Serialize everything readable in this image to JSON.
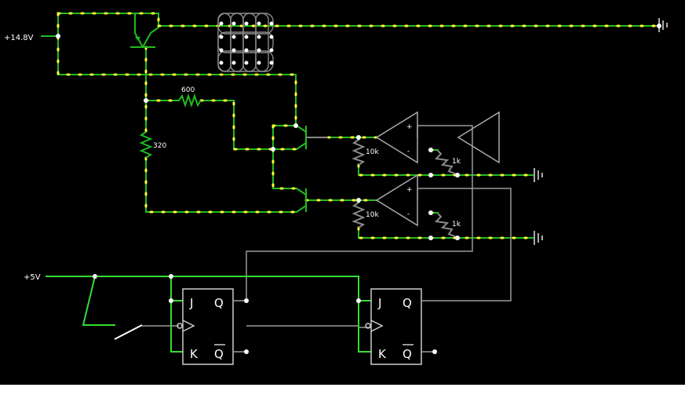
{
  "labels": {
    "supply_high": "+14.8V",
    "supply_logic": "+5V",
    "r_top": "600",
    "r_left": "320",
    "r_sense1": "10k",
    "r_fb1": "1k",
    "r_sense2": "10k",
    "r_fb2": "1k",
    "opamp1_plus": "+",
    "opamp1_minus": "-",
    "opamp2_plus": "+",
    "opamp2_minus": "-",
    "ff1_j": "J",
    "ff1_k": "K",
    "ff1_q": "Q",
    "ff1_qbar": "Q",
    "ff2_j": "J",
    "ff2_k": "K",
    "ff2_q": "Q",
    "ff2_qbar": "Q"
  },
  "colors": {
    "background": "#000000",
    "wire_live": "#22bb22",
    "wire_idle": "#9a9a9a",
    "current_dot": "#ffff33",
    "node": "#ffffff",
    "logic_high": "#33dd33",
    "text": "#ffffff"
  }
}
